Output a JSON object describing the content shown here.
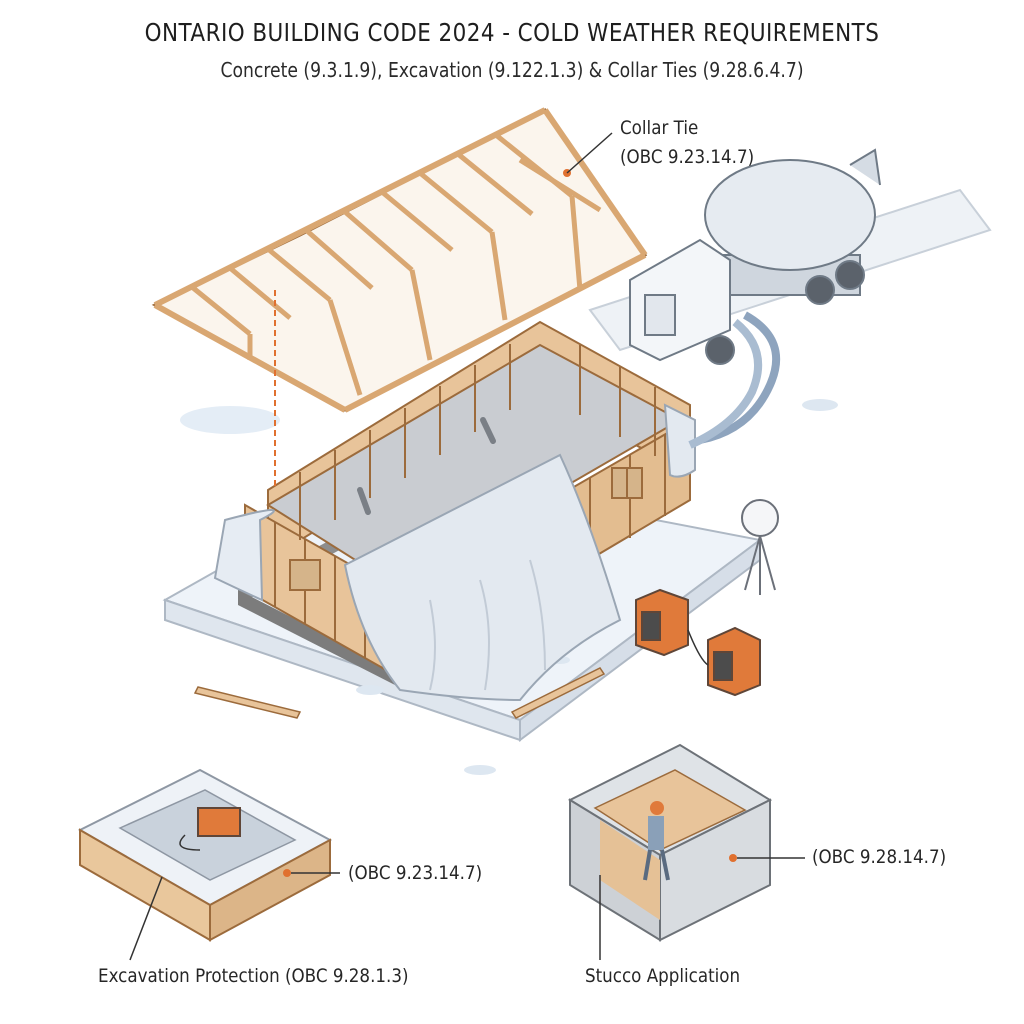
{
  "title": "ONTARIO BUILDING CODE 2024 - COLD WEATHER REQUIREMENTS",
  "subtitle": "Concrete (9.3.1.9), Excavation (9.122.1.3) & Collar Ties (9.28.6.4.7)",
  "callouts": {
    "collar_tie_line1": "Collar Tie",
    "collar_tie_line2": "(OBC 9.23.14.7)",
    "excavation_code": "(OBC 9.23.14.7)",
    "excavation_caption": "Excavation Protection (OBC 9.28.1.3)",
    "stucco_code": "(OBC 9.28.14.7)",
    "stucco_caption": "Stucco Application"
  },
  "colors": {
    "wood": "#e8c49a",
    "wood_stroke": "#9c6b3c",
    "concrete": "#cfd3d8",
    "tarp": "#e3e9f0",
    "snow": "#f1f5fa",
    "heater": "#e07a3a",
    "leader_dot": "#e0702f"
  }
}
